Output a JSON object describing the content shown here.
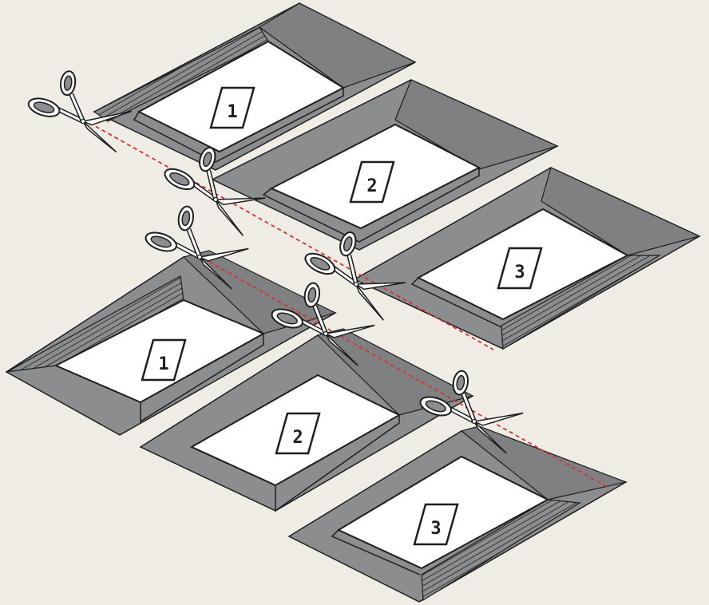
{
  "colors": {
    "background": "#efece5",
    "frame": "#8b8d8f",
    "frame_dark": "#6c6e70",
    "opening": "#ffffff",
    "outline": "#1e1e1e",
    "cut_line": "#d9322f",
    "label_bg": "#ffffff"
  },
  "diagram": {
    "top_row": [
      {
        "label": "1"
      },
      {
        "label": "2"
      },
      {
        "label": "3"
      }
    ],
    "bottom_row": [
      {
        "label": "1"
      },
      {
        "label": "2"
      },
      {
        "label": "3"
      }
    ],
    "tool_icon": "scissors-icon",
    "cut_style": "dashed"
  }
}
